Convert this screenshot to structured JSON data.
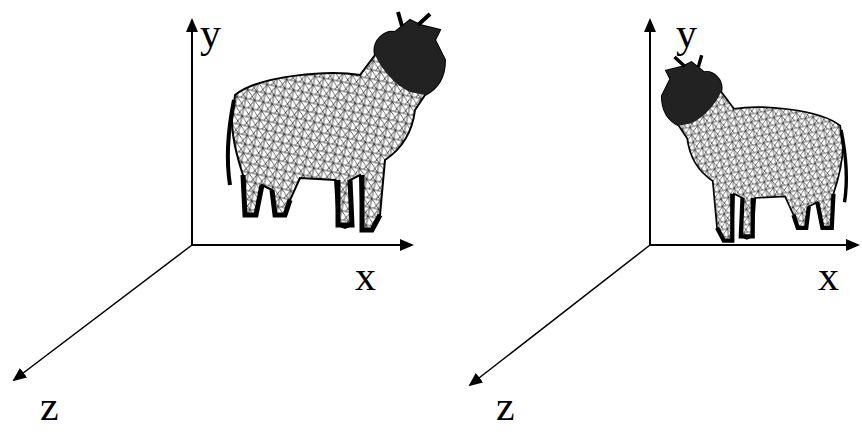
{
  "diagram": {
    "labels": [
      "y",
      "x",
      "z",
      "y",
      "x",
      "z"
    ]
  }
}
